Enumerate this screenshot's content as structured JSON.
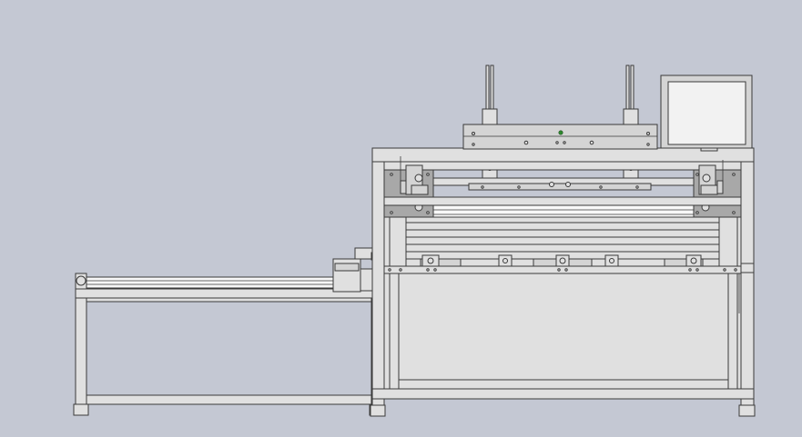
{
  "view": {
    "background": "#c4c8d3",
    "frame_fill": "#e0e0e0",
    "frame_stroke": "#3a3a3a",
    "panel_fill": "#d4d4d4",
    "dark_fill": "#a8a8a8",
    "screen_fill": "#f2f2f2",
    "roller_fill": "#f8f8f8"
  },
  "drawing": {
    "components": [
      "infeed-conveyor-table",
      "infeed-roller",
      "guide-block",
      "main-machine-frame",
      "press-head-assembly",
      "vertical-guide-rods",
      "carriage-blocks",
      "main-roller",
      "lower-rail-stack",
      "control-monitor"
    ]
  }
}
